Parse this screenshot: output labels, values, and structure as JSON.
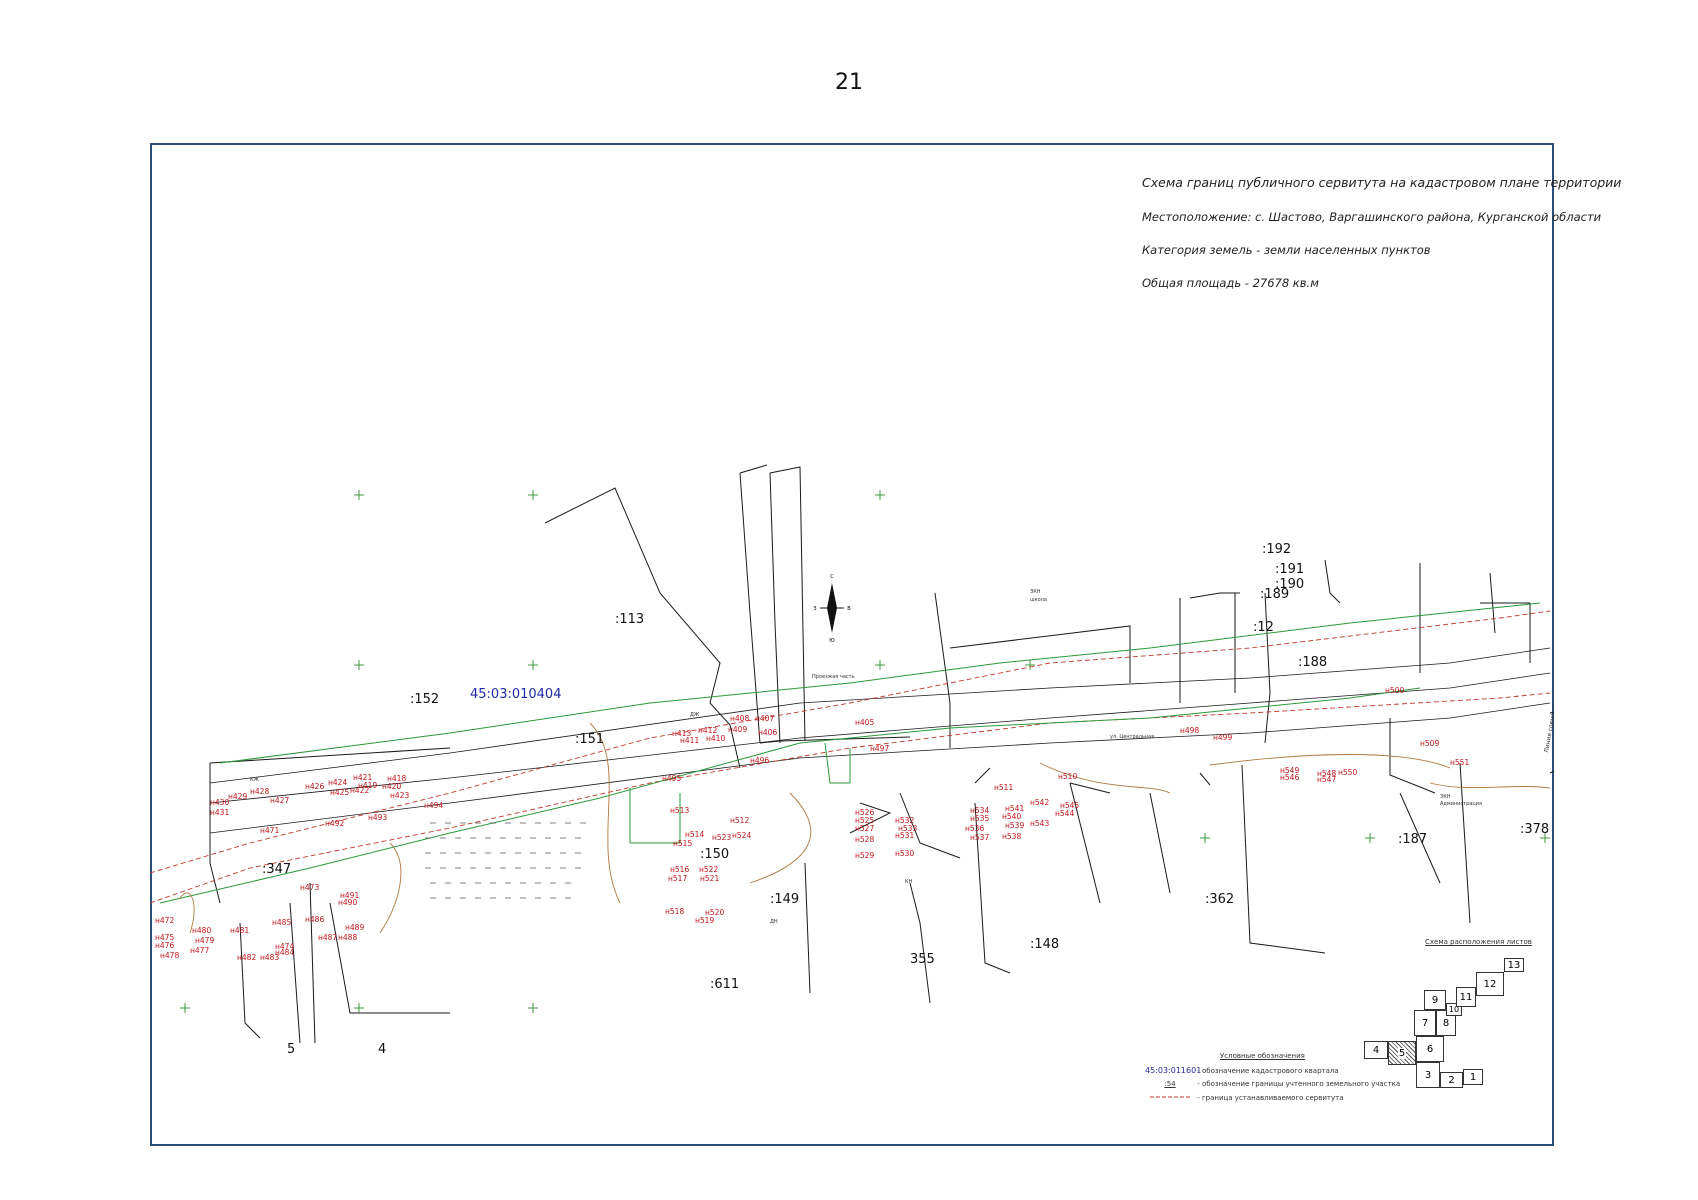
{
  "page_number": "21",
  "title_block": {
    "title": "Схема границ публичного сервитута на кадастровом плане территории",
    "location": "Местоположение:  с. Шастово, Варгашинского района, Курганской области",
    "land_category": "Категория земель - земли населенных пунктов",
    "total_area": "Общая площадь - 27678 кв.м"
  },
  "map": {
    "quarter_number": "45:03:010404",
    "parcel_labels": [
      ":113",
      ":152",
      ":151",
      ":347",
      ":150",
      ":149",
      ":611",
      "355",
      ":148",
      ":362",
      ":187",
      ":378",
      ":192",
      ":191",
      ":190",
      ":189",
      ":12",
      ":188",
      "5",
      "4"
    ],
    "point_labels": [
      "н405",
      "н406",
      "н407",
      "н408",
      "н409",
      "н410",
      "н411",
      "н412",
      "н413",
      "н418",
      "н419",
      "н420",
      "н421",
      "н422",
      "н423",
      "н424",
      "н425",
      "н426",
      "н427",
      "н428",
      "н429",
      "н430",
      "н431",
      "н471",
      "н472",
      "н473",
      "н474",
      "н475",
      "н476",
      "н477",
      "н478",
      "н479",
      "н480",
      "н481",
      "н482",
      "н483",
      "н484",
      "н485",
      "н486",
      "н487",
      "н488",
      "н489",
      "н490",
      "н491",
      "н492",
      "н493",
      "н494",
      "н495",
      "н496",
      "н497",
      "н498",
      "н499",
      "н500",
      "н509",
      "н510",
      "н511",
      "н512",
      "н513",
      "н514",
      "н515",
      "н516",
      "н517",
      "н518",
      "н519",
      "н520",
      "н521",
      "н522",
      "н523",
      "н524",
      "н525",
      "н526",
      "н527",
      "н528",
      "н529",
      "н530",
      "н531",
      "н532",
      "н533",
      "н534",
      "н535",
      "н536",
      "н537",
      "н538",
      "н539",
      "н540",
      "н541",
      "н542",
      "н543",
      "н544",
      "н545",
      "н546",
      "н547",
      "н548",
      "н549",
      "н550",
      "н551"
    ],
    "small_labels": [
      "Проезжая часть",
      "ЗКН",
      "школа",
      "ул. Центральная",
      "ЗКН",
      "Администрация",
      "Линия совмещения с листом",
      "КЖ",
      "ДЖ",
      "КН",
      "ДН"
    ],
    "north_arrow": {
      "north": "С",
      "south": "Ю",
      "west": "З",
      "east": "В"
    }
  },
  "legend": {
    "title": "Условные обозначения",
    "items": [
      {
        "symbol": "45:03:011601",
        "text": "- обозначение кадастрового квартала"
      },
      {
        "symbol": ":54",
        "text": "- обозначение границы учтенного земельного участка"
      },
      {
        "symbol": "",
        "text": "- граница устанавливаемого сервитута"
      }
    ]
  },
  "sheet_scheme": {
    "title": "Схема расположения листов",
    "sheets": [
      "1",
      "2",
      "3",
      "4",
      "5",
      "6",
      "7",
      "8",
      "9",
      "10",
      "11",
      "12",
      "13"
    ],
    "current_sheet": "5"
  },
  "colors": {
    "frame": "#2d4e7a",
    "servitude_line": "#c0392b",
    "parcel_line": "#2a9a3a",
    "quarter_label": "#1e2aa8",
    "point_label": "#c0141a",
    "terrain": "#b07840",
    "outline": "#1a1a1a"
  }
}
